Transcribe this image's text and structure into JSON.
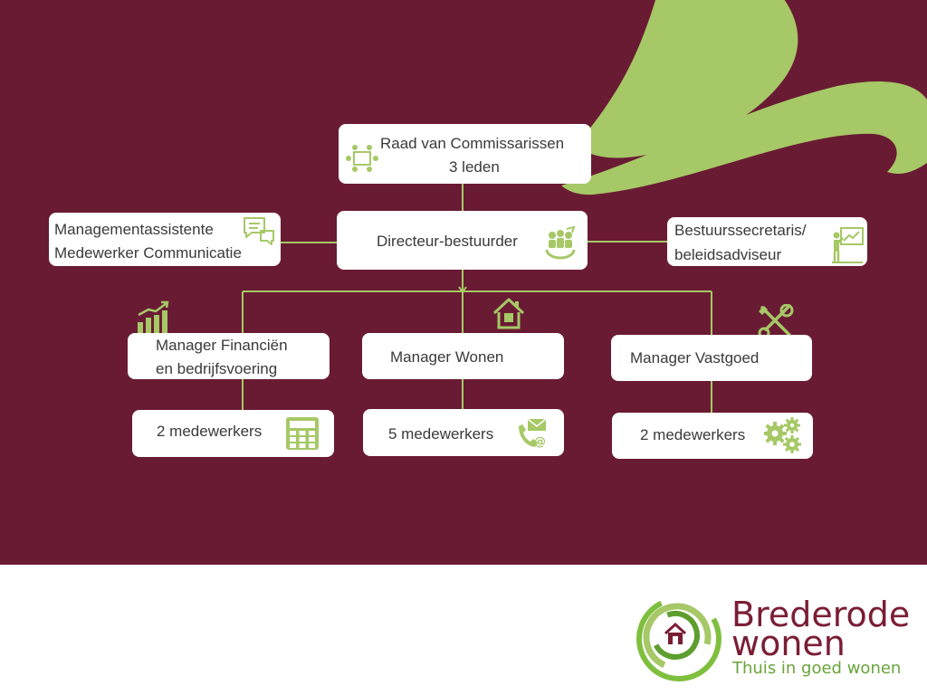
{
  "colors": {
    "background": "#6a1b34",
    "accent": "#a6c866",
    "box": "#ffffff",
    "text": "#3a3a3a",
    "brand": "#7a1e35",
    "tagline": "#6aa43a"
  },
  "org": {
    "rvc": {
      "line1": "Raad van Commissarissen",
      "line2": "3 leden",
      "icon": "meeting-table-icon"
    },
    "director": {
      "label": "Directeur-bestuurder",
      "icon": "team-gear-icon"
    },
    "assistant": {
      "line1": "Managementassistente",
      "line2": "Medewerker Communicatie",
      "icon": "speech-bubbles-icon"
    },
    "secretary": {
      "line1": "Bestuurssecretaris/",
      "line2": "beleidsadviseur",
      "icon": "presentation-icon"
    },
    "managers": [
      {
        "line1": "Manager Financiën",
        "line2": "en bedrijfsvoering",
        "icon": "growth-chart-icon",
        "staff": "2 medewerkers",
        "staff_icon": "calculator-icon"
      },
      {
        "line1": "Manager Wonen",
        "line2": "",
        "icon": "house-icon",
        "staff": "5 medewerkers",
        "staff_icon": "phone-mail-icon"
      },
      {
        "line1": "Manager Vastgoed",
        "line2": "",
        "icon": "tools-icon",
        "staff": "2 medewerkers",
        "staff_icon": "gears-icon"
      }
    ]
  },
  "brand": {
    "name_line1": "Brederode",
    "name_line2": "wonen",
    "tagline": "Thuis in goed wonen",
    "logo_icon": "swirl-house-logo"
  }
}
